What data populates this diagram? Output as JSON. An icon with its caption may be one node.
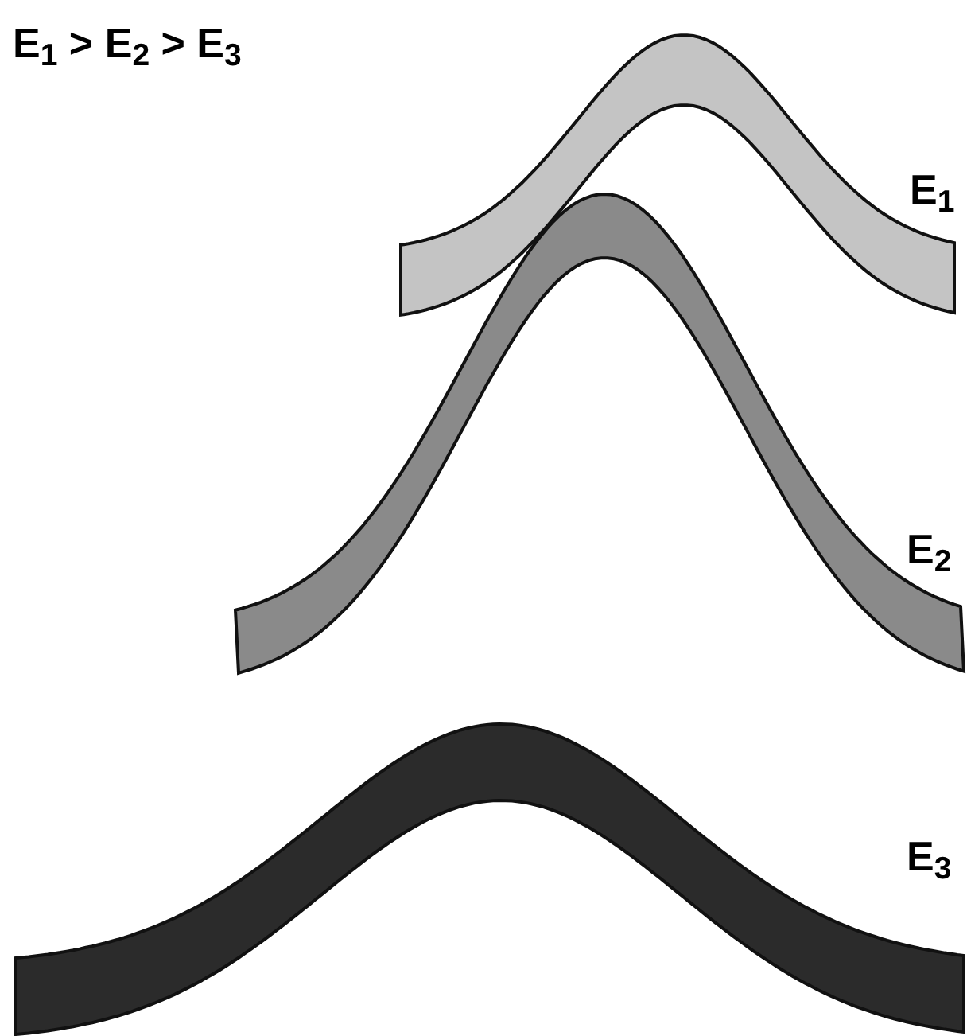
{
  "diagram": {
    "nodes": [
      {
        "text": [
          "E$_{1}$"
        ]
      },
      {
        "text": [
          "E$_{2}$"
        ]
      },
      {
        "text": [
          "E$_{3}$"
        ]
      }
    ],
    "labels": [
      "E$_{1}$ > E$_{2}$ > E$_{3}$"
    ]
  }
}
